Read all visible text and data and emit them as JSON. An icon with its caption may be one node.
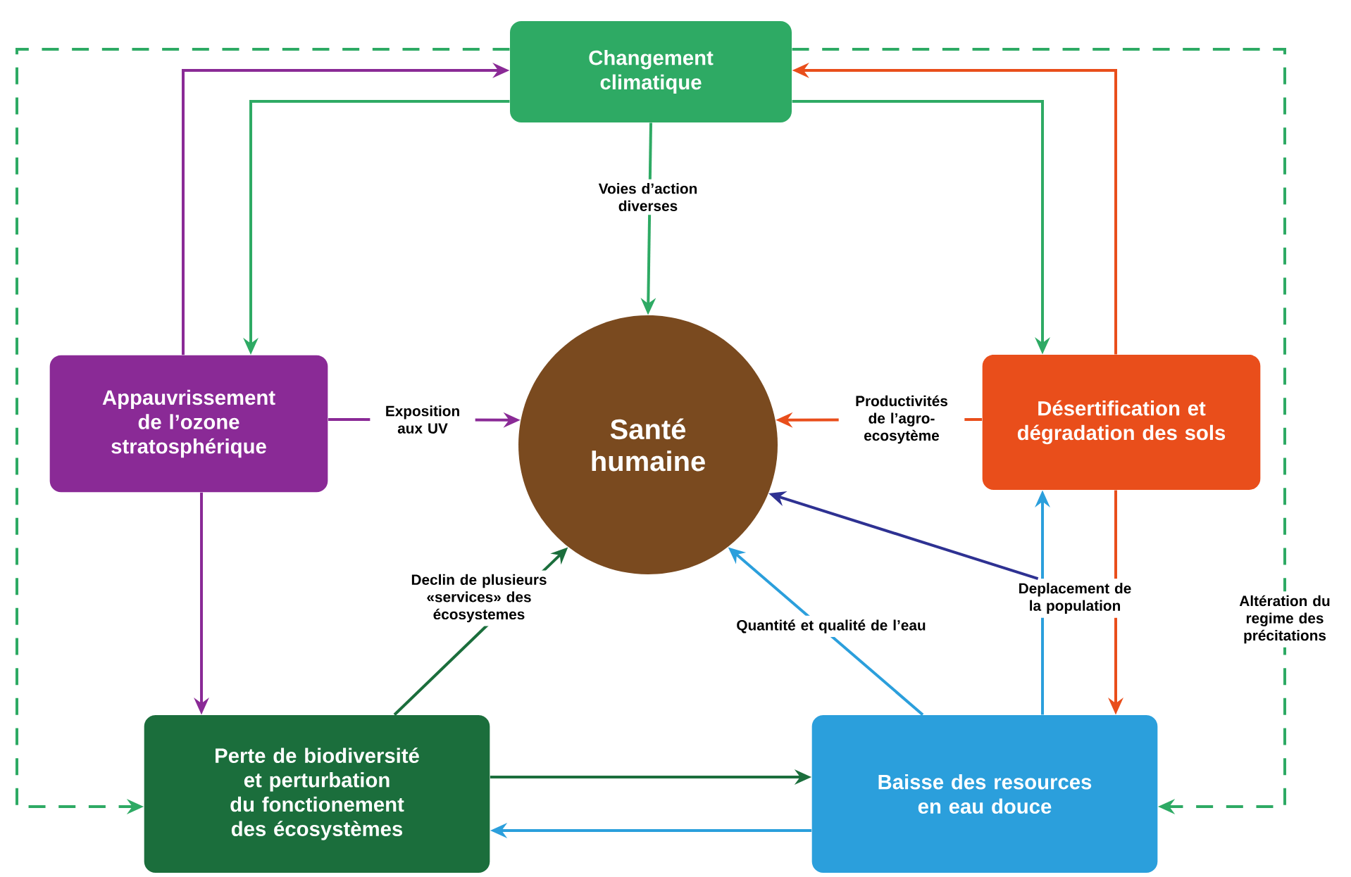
{
  "diagram": {
    "nodes": [
      {
        "text": [
          "Changement climatique"
        ]
      },
      {
        "text": [
          "Appauvrissement de l’ozone stratosphérique"
        ]
      },
      {
        "text": [
          "Santé humaine"
        ]
      },
      {
        "text": [
          "Désertification et dégradation des sols"
        ]
      },
      {
        "text": [
          "Perte de biodiversité et perturbation du fonctionement des écosystèmes"
        ]
      },
      {
        "text": [
          "Baisse des resources en eau douce"
        ]
      },
      {
        "text": [
          "Deplacement de la population"
        ]
      }
    ],
    "edges": [
      {
        "from": 1,
        "to": 0,
        "arrow": "to",
        "color": "#8a2a96"
      },
      {
        "from": 0,
        "to": 1,
        "arrow": "to",
        "color": "#2eaa64"
      },
      {
        "from": 3,
        "to": 0,
        "arrow": "to",
        "color": "#e94e1b"
      },
      {
        "from": 0,
        "to": 3,
        "arrow": "to",
        "color": "#2eaa64"
      },
      {
        "from": 0,
        "to": 2,
        "arrow": "to",
        "color": "#2eaa64",
        "label": "Voies d’action diverses"
      },
      {
        "from": 1,
        "to": 2,
        "arrow": "to",
        "color": "#8a2a96",
        "label": "Exposition aux UV"
      },
      {
        "from": 3,
        "to": 2,
        "arrow": "to",
        "color": "#e94e1b",
        "label": "Productivités de l’agro-ecosytème"
      },
      {
        "from": 1,
        "to": 4,
        "arrow": "to",
        "color": "#8a2a96"
      },
      {
        "from": 4,
        "to": 2,
        "arrow": "to",
        "color": "#1b6e3c",
        "label": "Declin de plusieurs «services» des écosystemes"
      },
      {
        "from": 5,
        "to": 2,
        "arrow": "to",
        "color": "#2b9fdc",
        "label": "Quantité et qualité de l’eau"
      },
      {
        "from": 5,
        "to": 6,
        "arrow": "none",
        "color": "#2b9fdc"
      },
      {
        "from": 6,
        "to": 3,
        "arrow": "to",
        "color": "#2b9fdc"
      },
      {
        "from": 3,
        "to": 6,
        "arrow": "none",
        "color": "#e94e1b"
      },
      {
        "from": 6,
        "to": 5,
        "arrow": "to",
        "color": "#e94e1b"
      },
      {
        "from": 6,
        "to": 2,
        "arrow": "to",
        "color": "#2e3192"
      },
      {
        "from": 4,
        "to": 5,
        "arrow": "to",
        "color": "#1b6e3c"
      },
      {
        "from": 5,
        "to": 4,
        "arrow": "to",
        "color": "#2b9fdc"
      },
      {
        "from": 0,
        "to": 4,
        "arrow": "to",
        "color": "#2eaa64",
        "style": "dashed"
      },
      {
        "from": 0,
        "to": 5,
        "arrow": "to",
        "color": "#2eaa64",
        "style": "dashed",
        "label": "Altération du regime des précitations"
      }
    ]
  }
}
